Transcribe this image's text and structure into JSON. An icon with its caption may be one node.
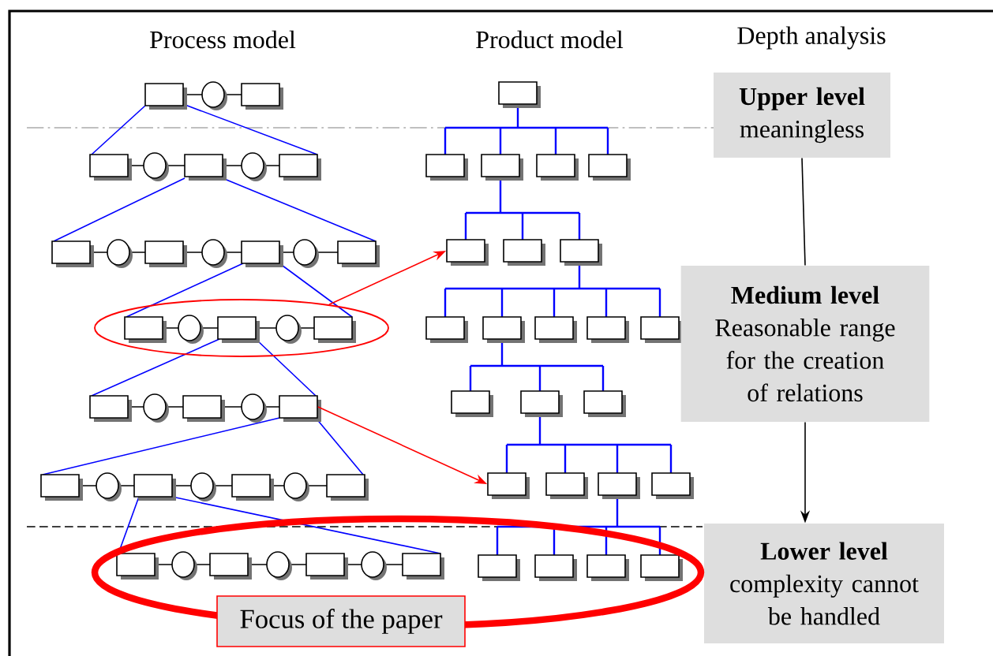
{
  "diagram": {
    "nodes": [
      {
        "text": [
          "Upper level",
          "meaningless"
        ]
      },
      {
        "text": [
          "Medium level",
          "Reasonable range for the creation of relations"
        ]
      },
      {
        "text": [
          "Lower level",
          "complexity cannot be handled"
        ]
      },
      {
        "text": [],
        "shape": "ellipse"
      },
      {
        "text": [],
        "shape": "box"
      },
      {
        "text": [],
        "shape": "box"
      },
      {
        "text": [],
        "shape": "box"
      },
      {
        "text": [],
        "shape": "ellipse"
      },
      {
        "text": [
          "Focus of the paper"
        ]
      }
    ],
    "edges": [
      {
        "from": 0,
        "to": 1,
        "arrow": "none",
        "color": "#000000"
      },
      {
        "from": 1,
        "to": 2,
        "arrow": "to",
        "color": "#000000"
      },
      {
        "from": 3,
        "to": 4,
        "arrow": "to",
        "color": "#ff0000"
      },
      {
        "from": 5,
        "to": 6,
        "arrow": "to",
        "color": "#ff0000"
      }
    ],
    "labels": [
      "Process model",
      "Product model",
      "Depth analysis"
    ]
  }
}
